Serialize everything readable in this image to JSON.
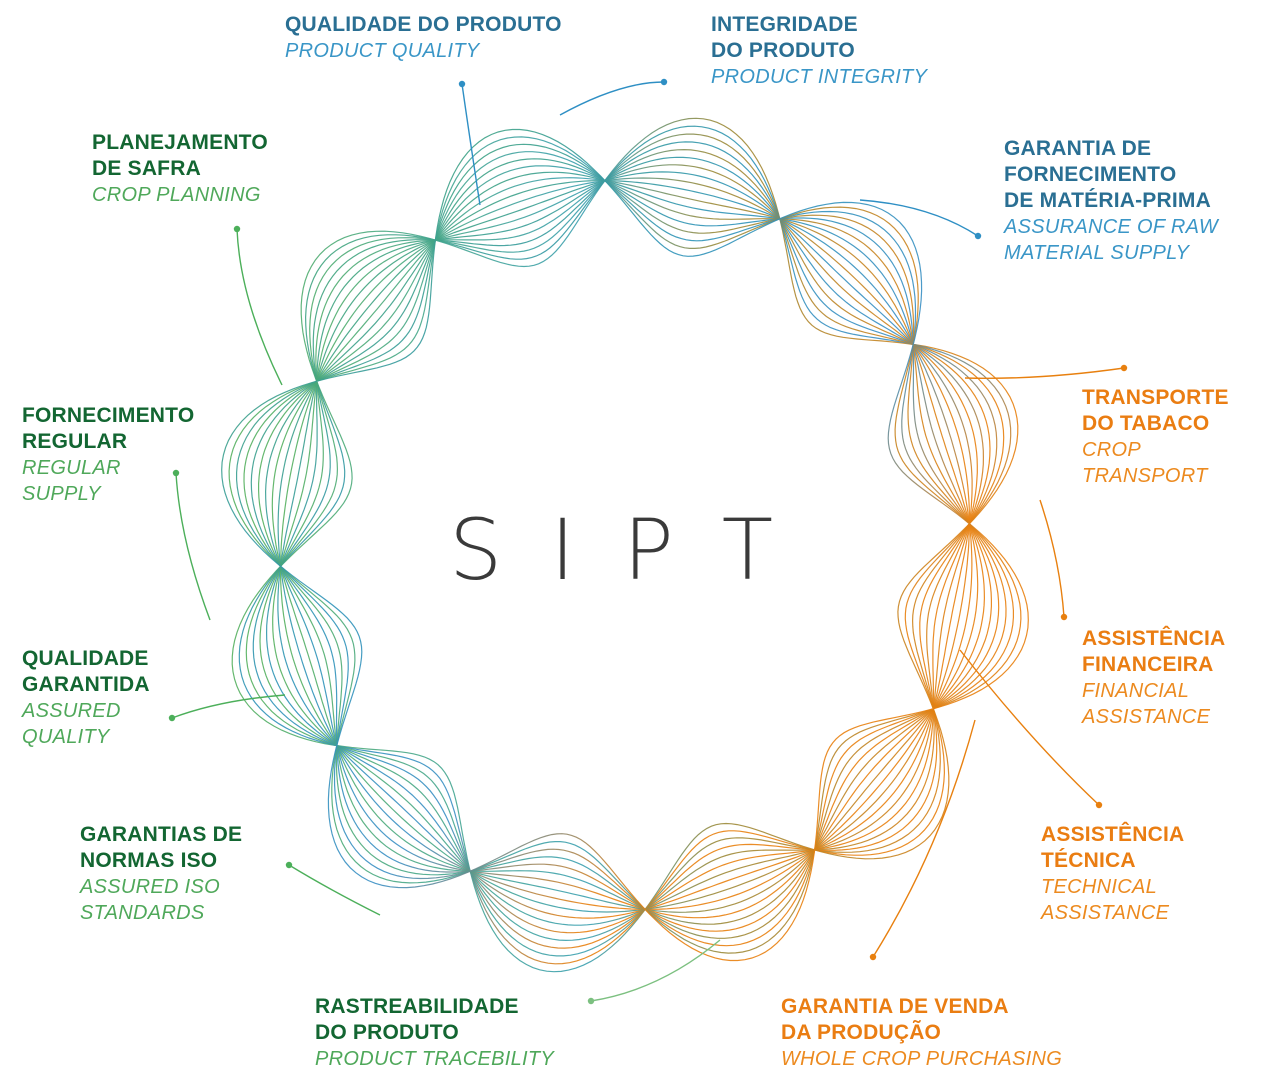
{
  "center_title": "SIPT",
  "colors": {
    "blue": "#2e8fc4",
    "green": "#4caf5a",
    "orange": "#e8800f",
    "teal": "#3aa0a6"
  },
  "labels": [
    {
      "id": "qualidade-do-produto",
      "theme": "blue",
      "pt": [
        "QUALIDADE DO PRODUTO"
      ],
      "en": [
        "PRODUCT QUALITY"
      ]
    },
    {
      "id": "integridade-do-produto",
      "theme": "blue",
      "pt": [
        "INTEGRIDADE",
        "DO PRODUTO"
      ],
      "en": [
        "PRODUCT INTEGRITY"
      ]
    },
    {
      "id": "garantia-de-fornecimento",
      "theme": "blue",
      "pt": [
        "GARANTIA DE",
        "FORNECIMENTO",
        "DE MATÉRIA-PRIMA"
      ],
      "en": [
        "ASSURANCE OF RAW",
        "MATERIAL SUPPLY"
      ]
    },
    {
      "id": "transporte-do-tabaco",
      "theme": "orange",
      "pt": [
        "TRANSPORTE",
        "DO TABACO"
      ],
      "en": [
        "CROP",
        "TRANSPORT"
      ]
    },
    {
      "id": "assistencia-financeira",
      "theme": "orange",
      "pt": [
        "ASSISTÊNCIA",
        "FINANCEIRA"
      ],
      "en": [
        "FINANCIAL",
        "ASSISTANCE"
      ]
    },
    {
      "id": "assistencia-tecnica",
      "theme": "orange",
      "pt": [
        "ASSISTÊNCIA",
        "TÉCNICA"
      ],
      "en": [
        "TECHNICAL",
        "ASSISTANCE"
      ]
    },
    {
      "id": "garantia-de-venda",
      "theme": "orange",
      "pt": [
        "GARANTIA DE VENDA",
        "DA PRODUÇÃO"
      ],
      "en": [
        "WHOLE CROP PURCHASING"
      ]
    },
    {
      "id": "rastreabilidade-do-produto",
      "theme": "green",
      "pt": [
        "RASTREABILIDADE",
        "DO PRODUTO"
      ],
      "en": [
        "PRODUCT TRACEBILITY"
      ]
    },
    {
      "id": "garantias-de-normas-iso",
      "theme": "green",
      "pt": [
        "GARANTIAS DE",
        "NORMAS ISO"
      ],
      "en": [
        "ASSURED ISO",
        "STANDARDS"
      ]
    },
    {
      "id": "qualidade-garantida",
      "theme": "green",
      "pt": [
        "QUALIDADE",
        "GARANTIDA"
      ],
      "en": [
        "ASSURED",
        "QUALITY"
      ]
    },
    {
      "id": "fornecimento-regular",
      "theme": "green",
      "pt": [
        "FORNECIMENTO",
        "REGULAR"
      ],
      "en": [
        "REGULAR",
        "SUPPLY"
      ]
    },
    {
      "id": "planejamento-de-safra",
      "theme": "green",
      "pt": [
        "PLANEJAMENTO",
        "DE SAFRA"
      ],
      "en": [
        "CROP PLANNING"
      ]
    }
  ]
}
